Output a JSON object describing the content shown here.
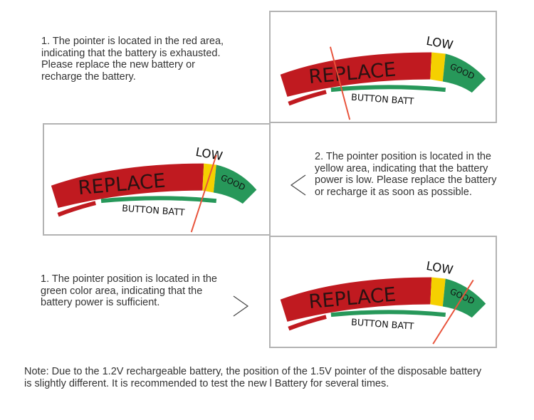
{
  "gauge": {
    "replace_label": "REPLACE",
    "low_label": "LOW",
    "good_label": "GOOD",
    "button_batt_label": "BUTTON BATT",
    "colors": {
      "red": "#c01a20",
      "yellow": "#f5d000",
      "green": "#27985a",
      "pointer": "#e8523a"
    }
  },
  "steps": [
    {
      "text": "1. The pointer is located in the red area, indicating that the battery is exhausted. Please replace the new battery or recharge the battery.",
      "zone": "red"
    },
    {
      "text": "2. The pointer position is located in the yellow area, indicating that the battery power is low. Please replace the battery or recharge it as soon as possible.",
      "zone": "yellow"
    },
    {
      "text": "1. The pointer position is located in the green color area, indicating that the battery power is sufficient.",
      "zone": "green"
    }
  ],
  "note": "Note: Due to the 1.2V rechargeable battery, the position of the 1.5V pointer of the disposable battery is slightly different. It is recommended to test the new l Battery for several times."
}
